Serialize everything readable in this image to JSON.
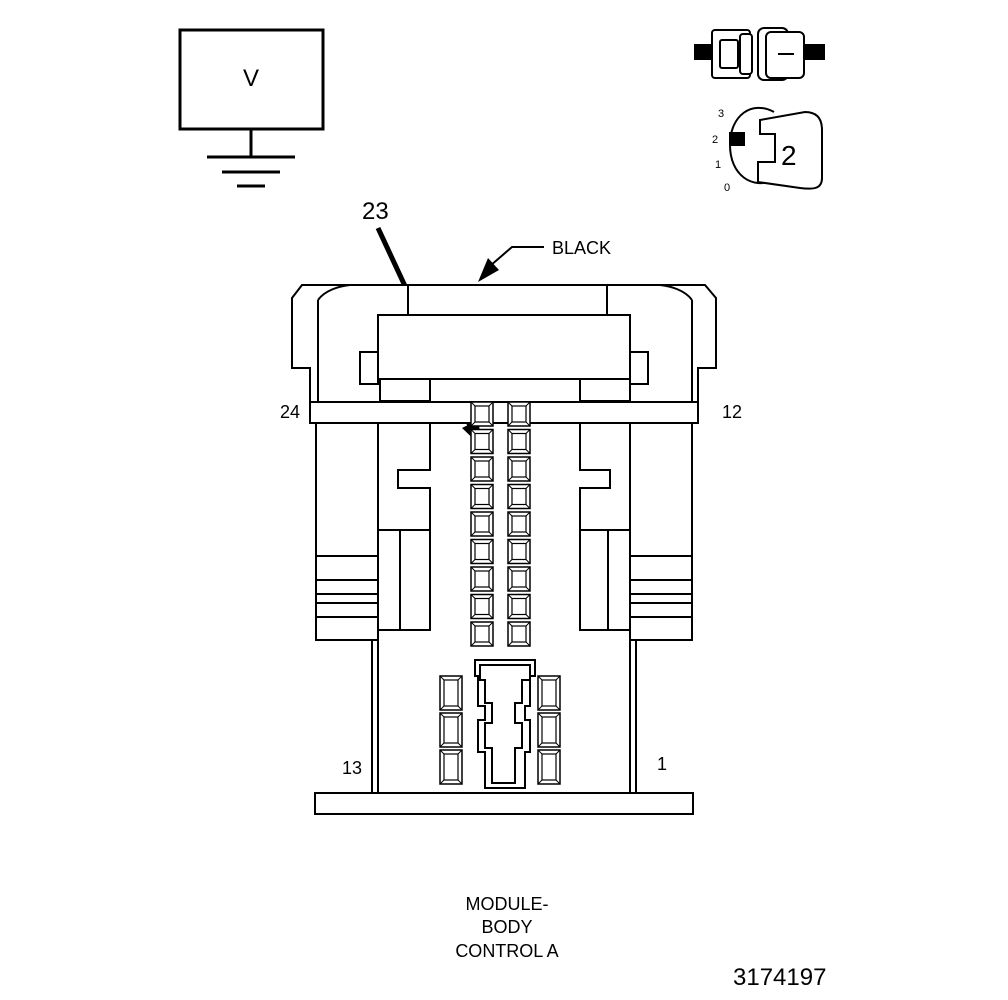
{
  "meter": {
    "symbol": "V"
  },
  "ignition": {
    "positions": [
      "3",
      "2",
      "1",
      "0"
    ],
    "selected": "2"
  },
  "callout": {
    "pin": "23",
    "color": "BLACK"
  },
  "pins": {
    "top_left": "24",
    "top_right": "12",
    "bottom_left": "13",
    "bottom_right": "1"
  },
  "component": {
    "line1": "MODULE-",
    "line2": "BODY",
    "line3": "CONTROL A"
  },
  "figure_id": "3174197"
}
